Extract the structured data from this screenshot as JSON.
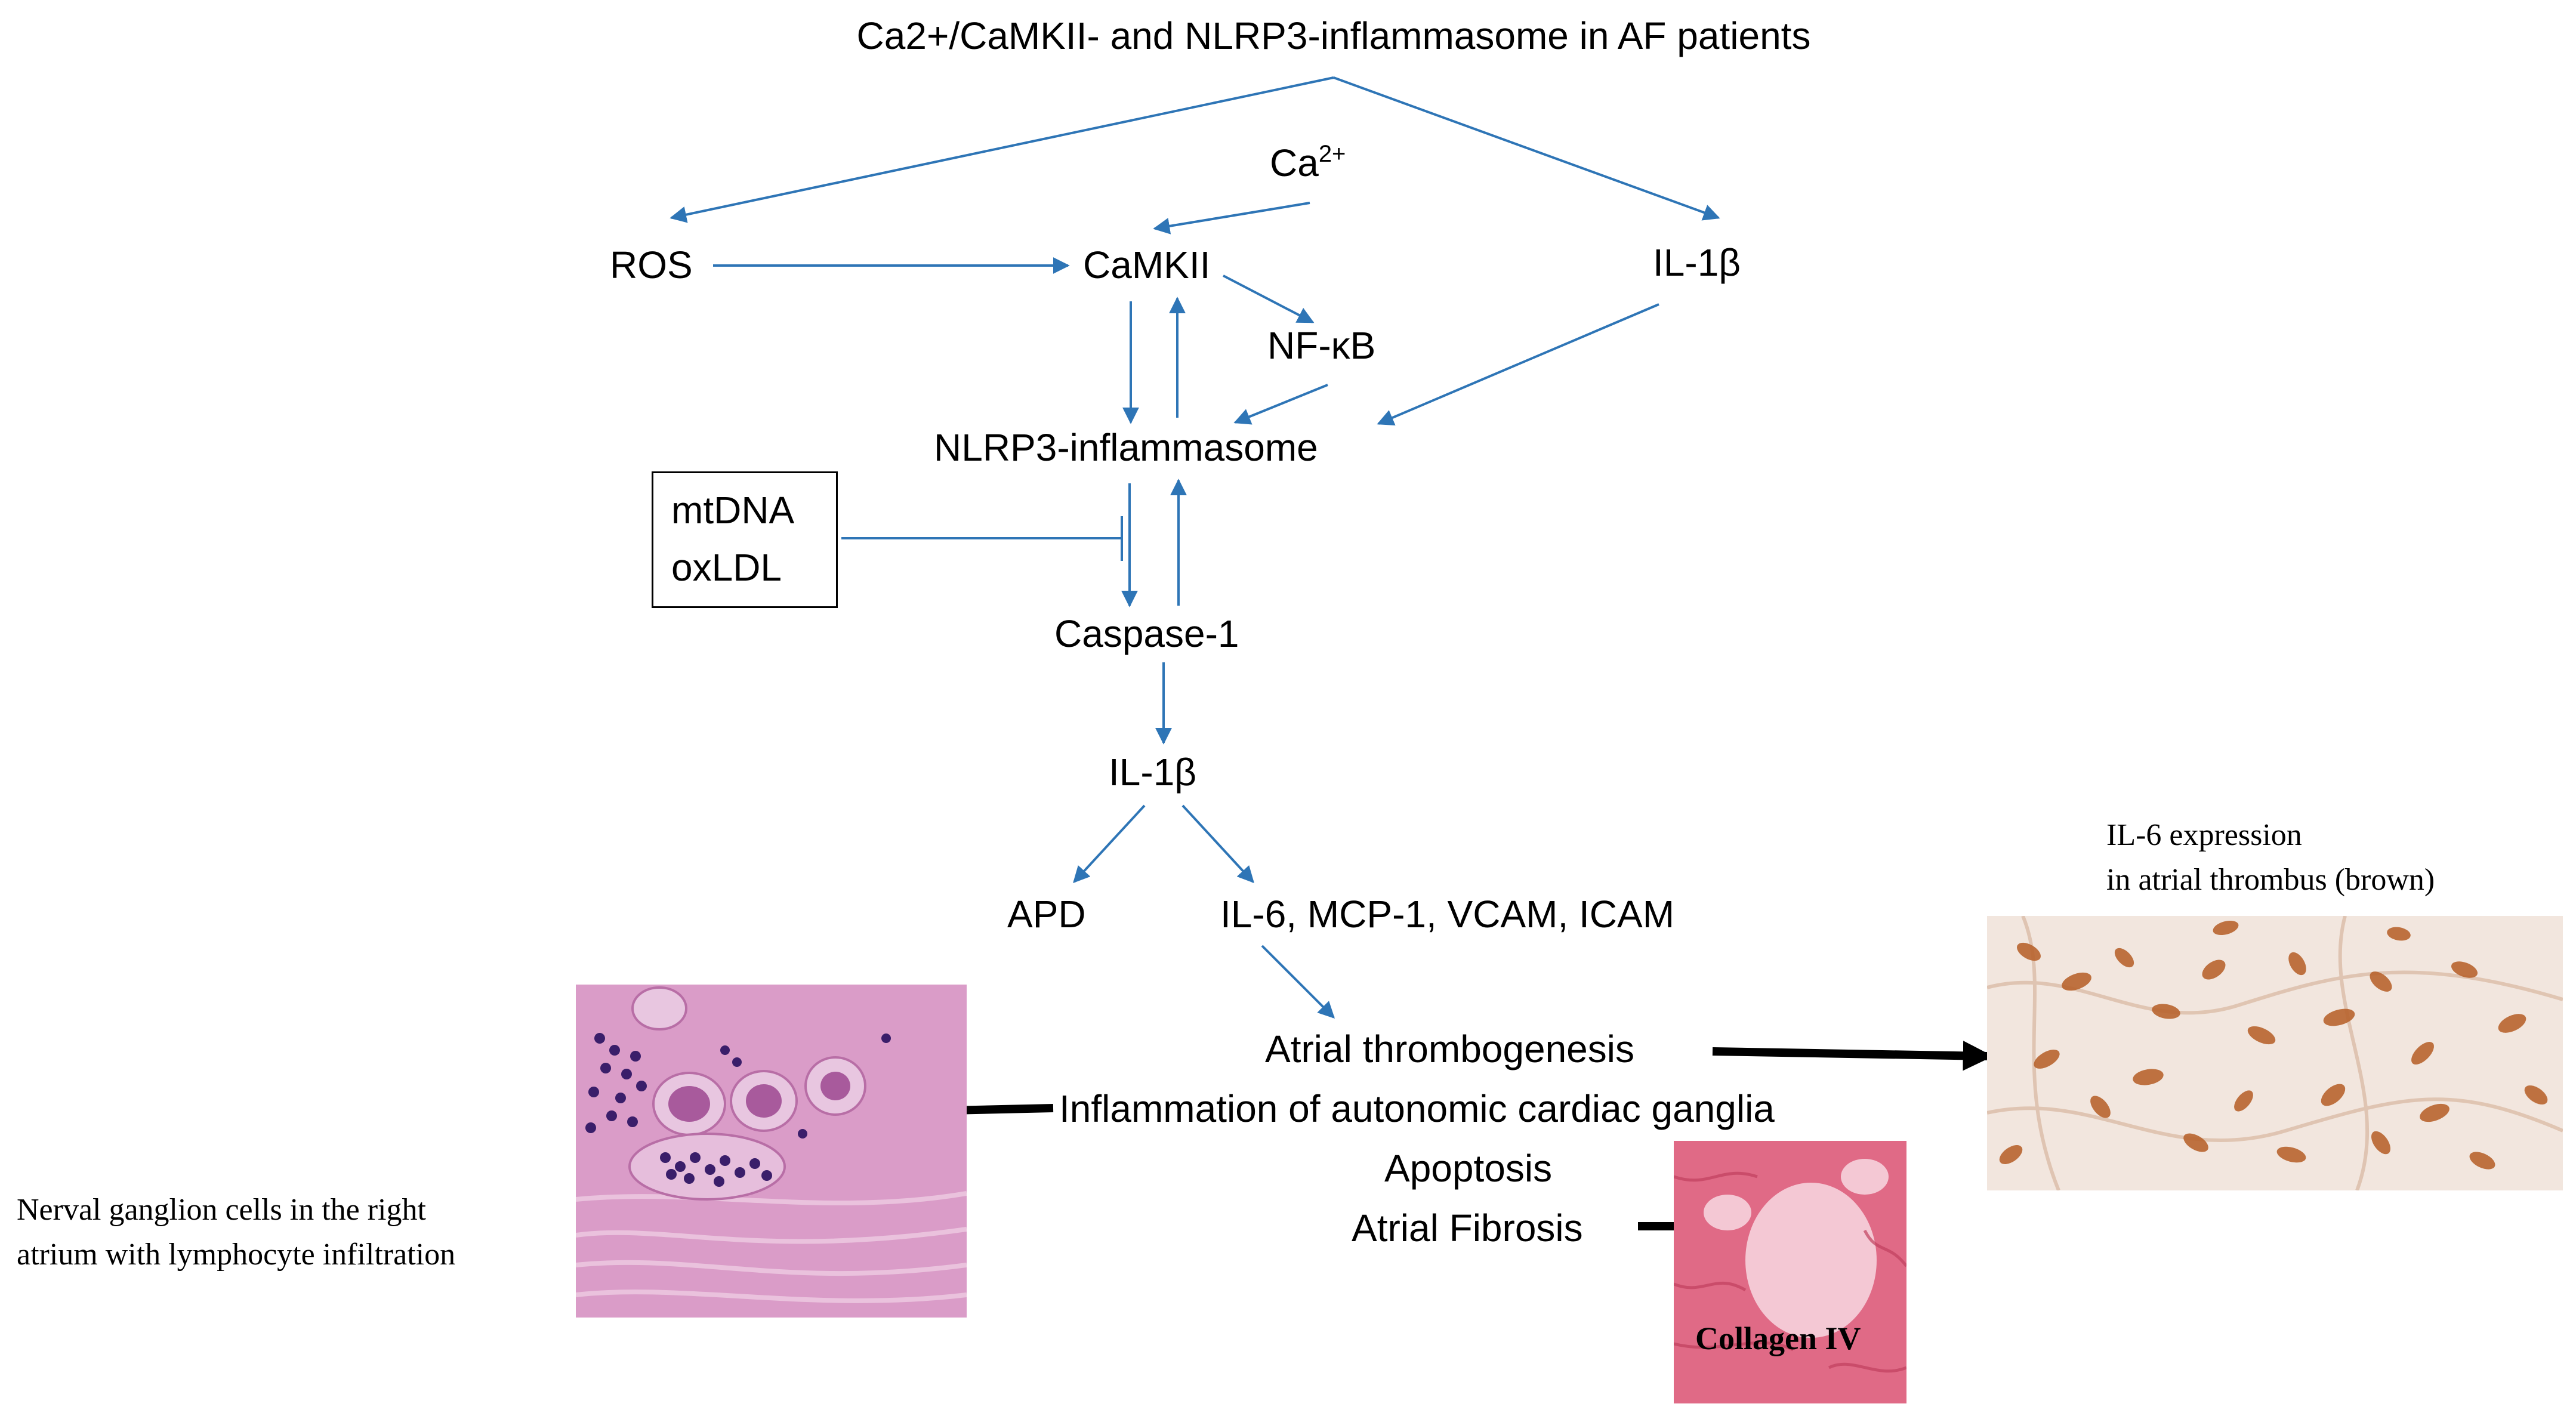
{
  "title": "Ca2+/CaMKII- and NLRP3-inflammasome in AF patients",
  "nodes": {
    "ca": "Ca",
    "ca_sup": "2+",
    "ros": "ROS",
    "camkii": "CaMKII",
    "il1b_top": "IL-1β",
    "nfkb": "NF-κB",
    "nlrp3": "NLRP3-inflammasome",
    "box_line1": "mtDNA",
    "box_line2": "oxLDL",
    "caspase": "Caspase-1",
    "il1b_mid": "IL-1β",
    "apd": "APD",
    "cytokines": "IL-6, MCP-1, VCAM, ICAM"
  },
  "outcomes": {
    "thrombo": "Atrial thrombogenesis",
    "ganglia": "Inflammation of autonomic cardiac ganglia",
    "apoptosis": "Apoptosis",
    "fibrosis": "Atrial Fibrosis"
  },
  "images": {
    "il6_caption_line1": "IL-6 expression",
    "il6_caption_line2": "in atrial thrombus (brown)",
    "ganglion_caption_line1": "Nerval ganglion cells in the right",
    "ganglion_caption_line2": "atrium with lymphocyte infiltration",
    "collagen_label": "Collagen IV"
  },
  "colors": {
    "arrow": "#2E75B6",
    "thick_arrow": "#000000",
    "he_stain": "#D98CC0",
    "il6_background": "#F3E4DA",
    "il6_nuclei": "#B8642E",
    "collagen_stain": "#E0607E"
  }
}
